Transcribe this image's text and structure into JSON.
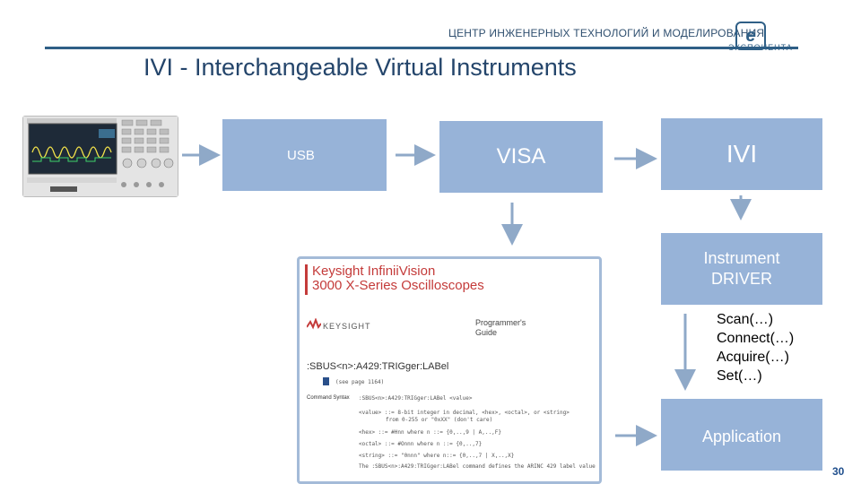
{
  "header": {
    "org_name": "ЦЕНТР ИНЖЕНЕРНЫХ ТЕХНОЛОГИЙ И МОДЕЛИРОВАНИЯ",
    "logo_text": "ЭКСПОНЕНТА",
    "logo_mark": "e"
  },
  "title": "IVI - Interchangeable Virtual Instruments",
  "boxes": {
    "usb": "USB",
    "visa": "VISA",
    "ivi": "IVI",
    "driver_line1": "Instrument",
    "driver_line2": "DRIVER",
    "application": "Application"
  },
  "functions": [
    "Scan(…)",
    "Connect(…)",
    "Acquire(…)",
    "Set(…)"
  ],
  "document": {
    "title_line1": "Keysight InfiniiVision",
    "title_line2": "3000 X-Series Oscilloscopes",
    "brand": "KEYSIGHT",
    "guide_line1": "Programmer's",
    "guide_line2": "Guide",
    "command": ":SBUS<n>:A429:TRIGger:LABel",
    "see_page": "(see page 1164)",
    "syntax_label": "Command Syntax",
    "syntax_lines": [
      ":SBUS<n>:A429:TRIGger:LABel <value>",
      "<value> ::= 8-bit integer in decimal, <hex>, <octal>, or <string>",
      "from 0-255 or \"0xXX\" (don't care)",
      "<hex> ::= #Hnn where n ::= {0,..,9 | A,..,F}",
      "<octal> ::= #Onnn where n ::= {0,..,7}",
      "<string> ::= \"0nnn\" where n::= {0,..,7 | X,..,X}",
      "The :SBUS<n>:A429:TRIGger:LABel command defines the ARINC 429 label value"
    ]
  },
  "page_number": "30",
  "colors": {
    "box_fill": "#97b3d8",
    "title": "#24456b",
    "rule": "#2f5f86",
    "arrow": "#8fa9c8"
  }
}
